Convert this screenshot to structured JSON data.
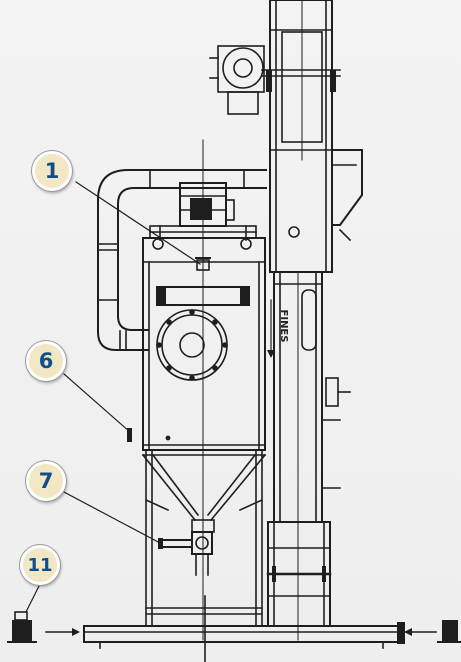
{
  "diagram": {
    "callouts": [
      {
        "id": "c1",
        "label": "1"
      },
      {
        "id": "c6",
        "label": "6"
      },
      {
        "id": "c7",
        "label": "7"
      },
      {
        "id": "c11",
        "label": "11"
      }
    ],
    "annotations": {
      "fines_label": "FINES"
    },
    "colors": {
      "callout_fill": "#f2e7c4",
      "callout_text": "#0d4f8c",
      "line": "#1e1e1e",
      "background": "#f2f2f2"
    }
  }
}
